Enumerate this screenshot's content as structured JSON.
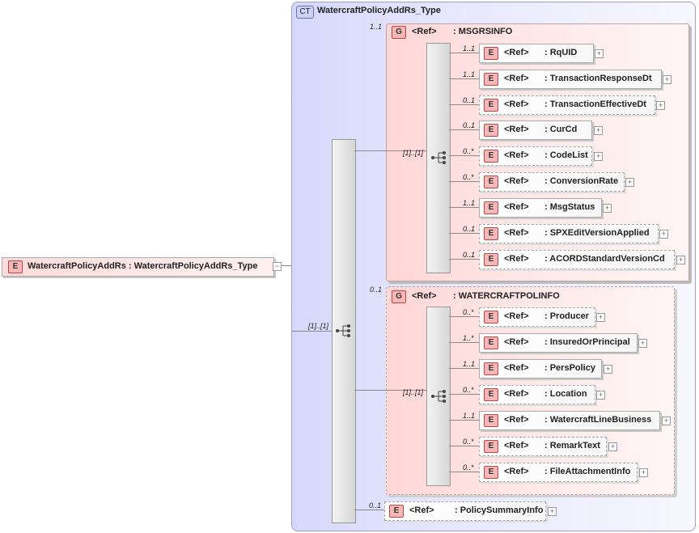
{
  "root": {
    "badge": "E",
    "label": "WatercraftPolicyAddRs : WatercraftPolicyAddRs_Type",
    "toggle": "−"
  },
  "complex_type": {
    "badge": "CT",
    "title": "WatercraftPolicyAddRs_Type"
  },
  "outer_sequence": {
    "cardinality": "[1]..[1]"
  },
  "groups": [
    {
      "badge": "G",
      "ref": "<Ref>",
      "name": ": MSGRSINFO",
      "cardinality": "1..1",
      "sequence_cardinality": "[1]..[1]",
      "elements": [
        {
          "card": "1..1",
          "badge": "E",
          "ref": "<Ref>",
          "name": ": RqUID",
          "toggle": "+"
        },
        {
          "card": "1..1",
          "badge": "E",
          "ref": "<Ref>",
          "name": ": TransactionResponseDt",
          "toggle": "+"
        },
        {
          "card": "0..1",
          "badge": "E",
          "ref": "<Ref>",
          "name": ": TransactionEffectiveDt",
          "toggle": "+"
        },
        {
          "card": "0..1",
          "badge": "E",
          "ref": "<Ref>",
          "name": ": CurCd",
          "toggle": "+"
        },
        {
          "card": "0..*",
          "badge": "E",
          "ref": "<Ref>",
          "name": ": CodeList",
          "toggle": "+"
        },
        {
          "card": "0..*",
          "badge": "E",
          "ref": "<Ref>",
          "name": ": ConversionRate",
          "toggle": "+"
        },
        {
          "card": "1..1",
          "badge": "E",
          "ref": "<Ref>",
          "name": ": MsgStatus",
          "toggle": "+"
        },
        {
          "card": "0..1",
          "badge": "E",
          "ref": "<Ref>",
          "name": ": SPXEditVersionApplied",
          "toggle": "+"
        },
        {
          "card": "0..1",
          "badge": "E",
          "ref": "<Ref>",
          "name": ": ACORDStandardVersionCd",
          "toggle": "+"
        }
      ]
    },
    {
      "badge": "G",
      "ref": "<Ref>",
      "name": ": WATERCRAFTPOLINFO",
      "cardinality": "0..1",
      "sequence_cardinality": "[1]..[1]",
      "elements": [
        {
          "card": "0..*",
          "badge": "E",
          "ref": "<Ref>",
          "name": ": Producer",
          "toggle": "+"
        },
        {
          "card": "1..*",
          "badge": "E",
          "ref": "<Ref>",
          "name": ": InsuredOrPrincipal",
          "toggle": "+"
        },
        {
          "card": "1..1",
          "badge": "E",
          "ref": "<Ref>",
          "name": ": PersPolicy",
          "toggle": "+"
        },
        {
          "card": "0..*",
          "badge": "E",
          "ref": "<Ref>",
          "name": ": Location",
          "toggle": "+"
        },
        {
          "card": "1..1",
          "badge": "E",
          "ref": "<Ref>",
          "name": ": WatercraftLineBusiness",
          "toggle": "+"
        },
        {
          "card": "0..*",
          "badge": "E",
          "ref": "<Ref>",
          "name": ": RemarkText",
          "toggle": "+"
        },
        {
          "card": "0..*",
          "badge": "E",
          "ref": "<Ref>",
          "name": ": FileAttachmentInfo",
          "toggle": "+"
        }
      ]
    }
  ],
  "policy_summary": {
    "card": "0..1",
    "badge": "E",
    "ref": "<Ref>",
    "name": ": PolicySummaryInfo",
    "toggle": "+"
  }
}
